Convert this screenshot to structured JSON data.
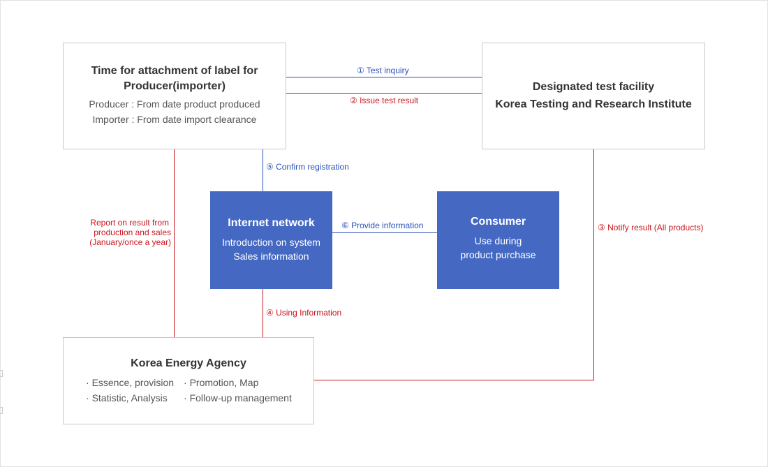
{
  "producer_box": {
    "title_line1": "Time for attachment of label for",
    "title_line2": "Producer(importer)",
    "producer_line": "Producer : From date product produced",
    "importer_line": "Importer : From date import clearance"
  },
  "facility_box": {
    "title_line1": "Designated test facility",
    "title_line2": "Korea Testing and Research Institute"
  },
  "internet_box": {
    "title": "Internet network",
    "line1": "Introduction on system",
    "line2": "Sales information"
  },
  "consumer_box": {
    "title": "Consumer",
    "line1": "Use during",
    "line2": "product purchase"
  },
  "agency_box": {
    "title": "Korea Energy Agency",
    "items": [
      "Essence, provision",
      "Promotion, Map",
      "Statistic, Analysis",
      "Follow-up management"
    ]
  },
  "connections": {
    "test_inquiry": "① Test inquiry",
    "issue_result": "② Issue test result",
    "notify_result": "③ Notify result (All products)",
    "using_info": "④ Using Information",
    "confirm_registration": "⑤ Confirm registration",
    "provide_info": "⑥ Provide information",
    "report_line1": "Report on result from",
    "report_line2": "production and sales",
    "report_line3": "(January/once a year)"
  },
  "colors": {
    "blue_box": "#4569c3",
    "blue_line": "#2a51b8",
    "red_line": "#c8161d",
    "border": "#c8c8c8"
  }
}
